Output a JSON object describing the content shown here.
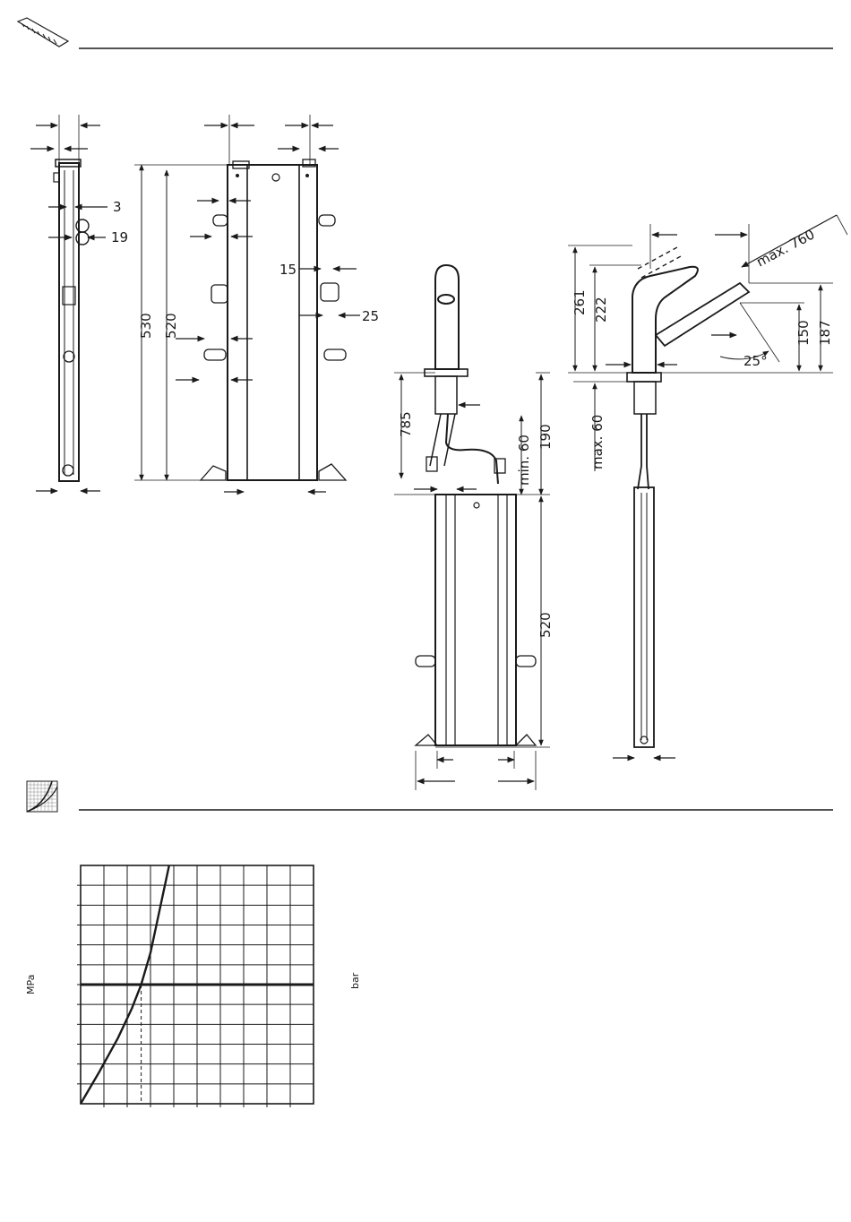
{
  "dimensions": {
    "wall_bracket": {
      "d3": "3",
      "d19": "19"
    },
    "frame": {
      "d530": "530",
      "d520": "520",
      "d15": "15",
      "d25": "25"
    },
    "assembly": {
      "d785": "785",
      "d190": "190",
      "dmin60": "min. 60",
      "d520b": "520"
    },
    "faucet": {
      "d261": "261",
      "d222": "222",
      "dmax60": "max. 60",
      "d150": "150",
      "d187": "187",
      "dmax760": "max. 760",
      "d25deg": "25°"
    }
  },
  "chart_data": {
    "type": "line",
    "title": "",
    "xlabel": "",
    "ylabel": "MPa",
    "ylabel_right": "bar",
    "xlim": [
      0,
      10
    ],
    "ylim": [
      0,
      6
    ],
    "grid": true,
    "grid_cols": 10,
    "grid_rows": 12,
    "reference_line_y": 3,
    "operating_point": {
      "x": 2.6,
      "y": 3
    },
    "series": [
      {
        "x": [
          0,
          0.8,
          1.6,
          2.2,
          2.6,
          3.0,
          3.4,
          3.8
        ],
        "y": [
          0,
          0.8,
          1.65,
          2.4,
          3.0,
          3.8,
          4.9,
          6.0
        ]
      }
    ]
  }
}
